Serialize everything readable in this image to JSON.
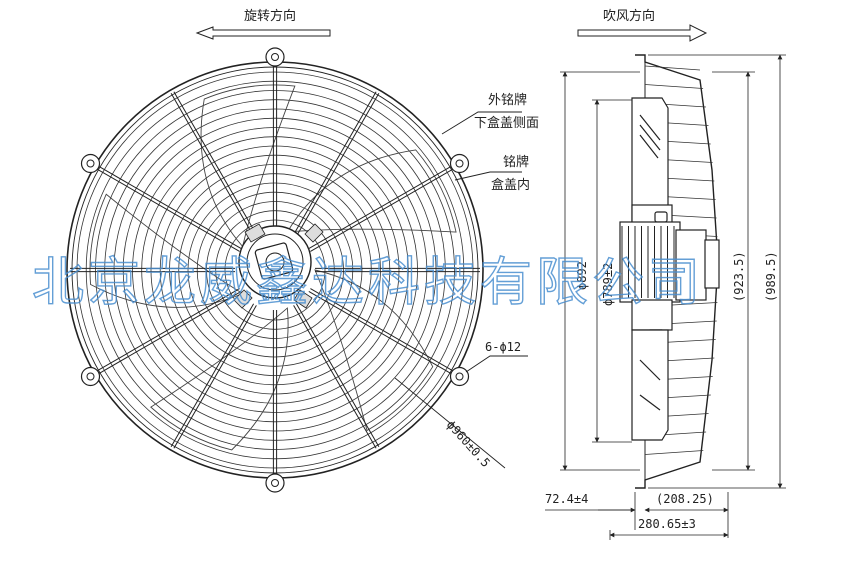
{
  "front_view": {
    "rotation_label": "旋转方向",
    "nameplate_outer_label_line1": "外铭牌",
    "nameplate_outer_label_line2": "下盒盖侧面",
    "nameplate_inner_label_line1": "铭牌",
    "nameplate_inner_label_line2": "盒盖内",
    "mount_holes_label": "6-ϕ12",
    "outer_diameter_label": "ϕ960±0.5",
    "guard_rings": 17,
    "radial_spokes": 12,
    "blades": 5
  },
  "side_view": {
    "airflow_label": "吹风方向",
    "dim_phi892": "ϕ892",
    "dim_phi789": "ϕ789±2",
    "dim_923": "(923.5)",
    "dim_989": "(989.5)",
    "dim_72": "72.4±4",
    "dim_208": "(208.25)",
    "dim_280": "280.65±3"
  },
  "watermark": "北京龙威鑫达科技有限公司"
}
